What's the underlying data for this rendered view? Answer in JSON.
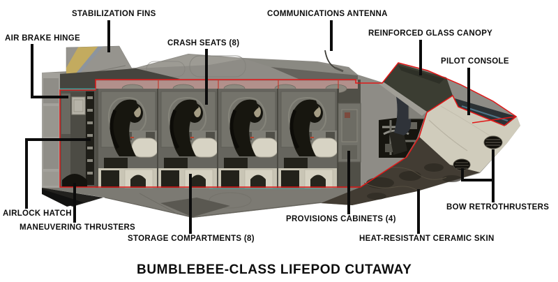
{
  "title": "BUMBLEBEE-CLASS LIFEPOD CUTAWAY",
  "diagram": {
    "subject": "spacecraft-cutaway",
    "labels": [
      {
        "id": "stabilization-fins",
        "text": "STABILIZATION FINS"
      },
      {
        "id": "air-brake-hinge",
        "text": "AIR BRAKE HINGE"
      },
      {
        "id": "crash-seats",
        "text": "CRASH SEATS (8)"
      },
      {
        "id": "communications-antenna",
        "text": "COMMUNICATIONS ANTENNA"
      },
      {
        "id": "reinforced-glass-canopy",
        "text": "REINFORCED GLASS CANOPY"
      },
      {
        "id": "pilot-console",
        "text": "PILOT CONSOLE"
      },
      {
        "id": "airlock-hatch",
        "text": "AIRLOCK HATCH"
      },
      {
        "id": "maneuvering-thrusters",
        "text": "MANEUVERING THRUSTERS"
      },
      {
        "id": "storage-compartments",
        "text": "STORAGE COMPARTMENTS (8)"
      },
      {
        "id": "provisions-cabinets",
        "text": "PROVISIONS CABINETS (4)"
      },
      {
        "id": "heat-resistant-ceramic-skin",
        "text": "HEAT-RESISTANT CERAMIC SKIN"
      },
      {
        "id": "bow-retrothrusters",
        "text": "BOW RETROTHRUSTERS"
      }
    ],
    "colors": {
      "background": "#ffffff",
      "label_text": "#0d0d0d",
      "leader_line": "#0c0c0c",
      "cutaway_outline_red": "#e11717",
      "accent_cyan": "#43b8b2",
      "hull_gray": "#8e8c86",
      "hull_shadow": "#45443e",
      "fin_stripe_yellow": "#c3ab5f",
      "interior_gray": "#504f47",
      "seat_black": "#17160f",
      "storage_cream": "#c9c5b5",
      "headrest_band_pink": "#b2908b",
      "canopy_glass": "#3b3d32",
      "nose_light": "#d0ccbc",
      "ceramic_skin_brown": "#423c33"
    }
  }
}
